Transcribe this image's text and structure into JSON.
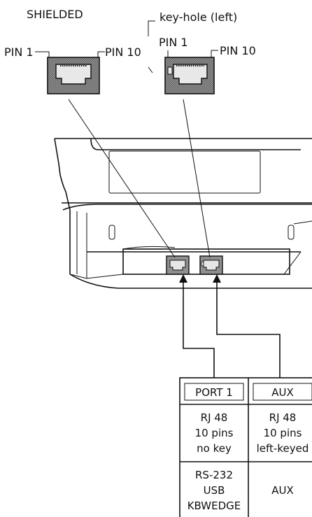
{
  "labels": {
    "shielded": "SHIELDED",
    "keyhole": "key-hole (left)",
    "pin1_left": "PIN 1",
    "pin10_left": "PIN 10",
    "pin1_right": "PIN 1",
    "pin10_right": "PIN 10"
  },
  "table": {
    "headers": [
      "PORT 1",
      "AUX"
    ],
    "rows": [
      [
        "RJ 48",
        "RJ 48"
      ],
      [
        "10 pins",
        "10 pins"
      ],
      [
        "no key",
        "left-keyed"
      ],
      [
        "RS-232",
        ""
      ],
      [
        "USB",
        "AUX"
      ],
      [
        "KBWEDGE",
        ""
      ]
    ]
  }
}
